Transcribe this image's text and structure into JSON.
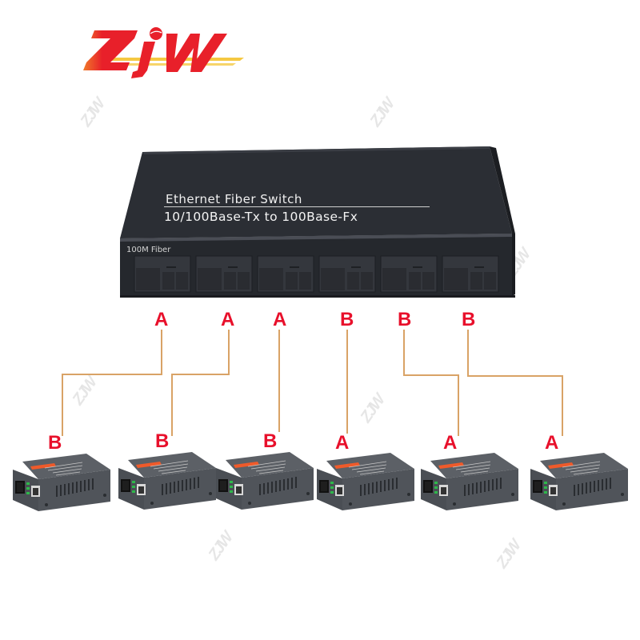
{
  "brand": {
    "logo_text": "ZJW",
    "logo_color": "#e8202a",
    "logo_accent": "#f5c842",
    "watermark_text": "ZJW"
  },
  "switch": {
    "title": "Ethernet Fiber Switch",
    "subtitle": "10/100Base-Tx to 100Base-Fx",
    "port_label": "100M Fiber",
    "port_count": 6,
    "body_color": "#2a2d33"
  },
  "diagram": {
    "line_color": "#d9a366",
    "label_color": "#e8102b",
    "connections": [
      {
        "switch_port_label": "A",
        "converter_label": "B"
      },
      {
        "switch_port_label": "A",
        "converter_label": "B"
      },
      {
        "switch_port_label": "A",
        "converter_label": "B"
      },
      {
        "switch_port_label": "B",
        "converter_label": "A"
      },
      {
        "switch_port_label": "B",
        "converter_label": "A"
      },
      {
        "switch_port_label": "B",
        "converter_label": "A"
      }
    ]
  },
  "converters": [
    {
      "label": "B",
      "type": "fiber-media-converter"
    },
    {
      "label": "B",
      "type": "fiber-media-converter"
    },
    {
      "label": "B",
      "type": "fiber-media-converter"
    },
    {
      "label": "A",
      "type": "fiber-media-converter"
    },
    {
      "label": "A",
      "type": "fiber-media-converter"
    },
    {
      "label": "A",
      "type": "fiber-media-converter"
    }
  ]
}
